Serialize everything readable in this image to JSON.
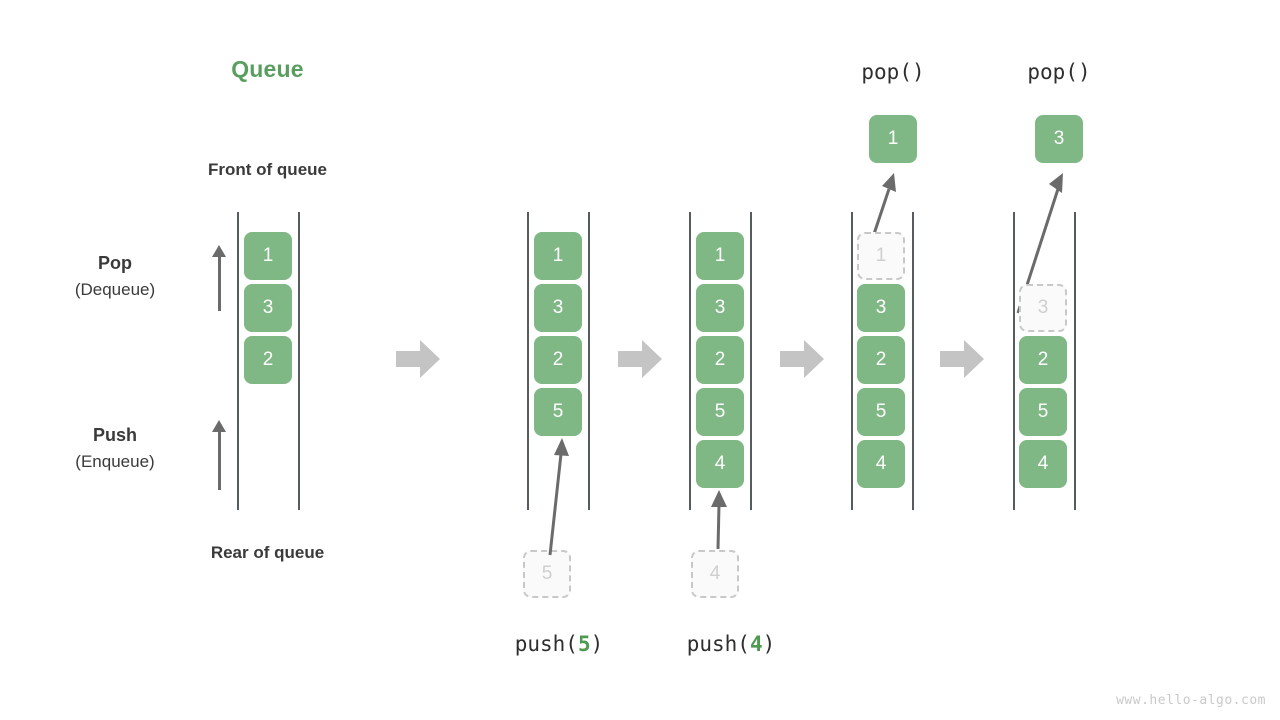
{
  "title": "Queue",
  "labels": {
    "front_of_queue": "Front of queue",
    "rear_of_queue": "Rear of queue",
    "pop_main": "Pop",
    "pop_sub": "(Dequeue)",
    "push_main": "Push",
    "push_sub": "(Enqueue)"
  },
  "colors": {
    "accent_green": "#5a9e5f",
    "box_green": "#7fb785",
    "ghost_border": "#c8c8c8",
    "ghost_text": "#cfcfcf",
    "rail": "#555b5e",
    "arrow_grey": "#6b6b6b",
    "step_arrow_grey": "#c4c4c4",
    "text": "#3a3a3a",
    "watermark": "#c9c9c9"
  },
  "columns": [
    {
      "id": "initial",
      "caption": "",
      "caption_prefix": "",
      "caption_arg": "",
      "caption_suffix": "",
      "slots": [
        {
          "value": "1",
          "state": "filled"
        },
        {
          "value": "3",
          "state": "filled"
        },
        {
          "value": "2",
          "state": "filled"
        },
        {
          "value": "",
          "state": "empty"
        },
        {
          "value": "",
          "state": "empty"
        }
      ],
      "incoming": null,
      "popped": null
    },
    {
      "id": "after-push-5",
      "caption": "push(5)",
      "caption_prefix": "push(",
      "caption_arg": "5",
      "caption_suffix": ")",
      "slots": [
        {
          "value": "1",
          "state": "filled"
        },
        {
          "value": "3",
          "state": "filled"
        },
        {
          "value": "2",
          "state": "filled"
        },
        {
          "value": "5",
          "state": "filled"
        },
        {
          "value": "",
          "state": "empty"
        }
      ],
      "incoming": {
        "value": "5",
        "state": "ghost"
      },
      "popped": null
    },
    {
      "id": "after-push-4",
      "caption": "push(4)",
      "caption_prefix": "push(",
      "caption_arg": "4",
      "caption_suffix": ")",
      "slots": [
        {
          "value": "1",
          "state": "filled"
        },
        {
          "value": "3",
          "state": "filled"
        },
        {
          "value": "2",
          "state": "filled"
        },
        {
          "value": "5",
          "state": "filled"
        },
        {
          "value": "4",
          "state": "filled"
        }
      ],
      "incoming": {
        "value": "4",
        "state": "ghost"
      },
      "popped": null
    },
    {
      "id": "after-pop-1",
      "caption": "pop()",
      "caption_prefix": "pop()",
      "caption_arg": "",
      "caption_suffix": "",
      "slots": [
        {
          "value": "1",
          "state": "ghost"
        },
        {
          "value": "3",
          "state": "filled"
        },
        {
          "value": "2",
          "state": "filled"
        },
        {
          "value": "5",
          "state": "filled"
        },
        {
          "value": "4",
          "state": "filled"
        }
      ],
      "incoming": null,
      "popped": {
        "value": "1",
        "state": "filled"
      }
    },
    {
      "id": "after-pop-3",
      "caption": "pop()",
      "caption_prefix": "pop()",
      "caption_arg": "",
      "caption_suffix": "",
      "slots": [
        {
          "value": "",
          "state": "empty"
        },
        {
          "value": "3",
          "state": "ghost"
        },
        {
          "value": "2",
          "state": "filled"
        },
        {
          "value": "5",
          "state": "filled"
        },
        {
          "value": "4",
          "state": "filled"
        }
      ],
      "incoming": null,
      "popped": {
        "value": "3",
        "state": "filled"
      }
    }
  ],
  "watermark": "www.hello-algo.com"
}
